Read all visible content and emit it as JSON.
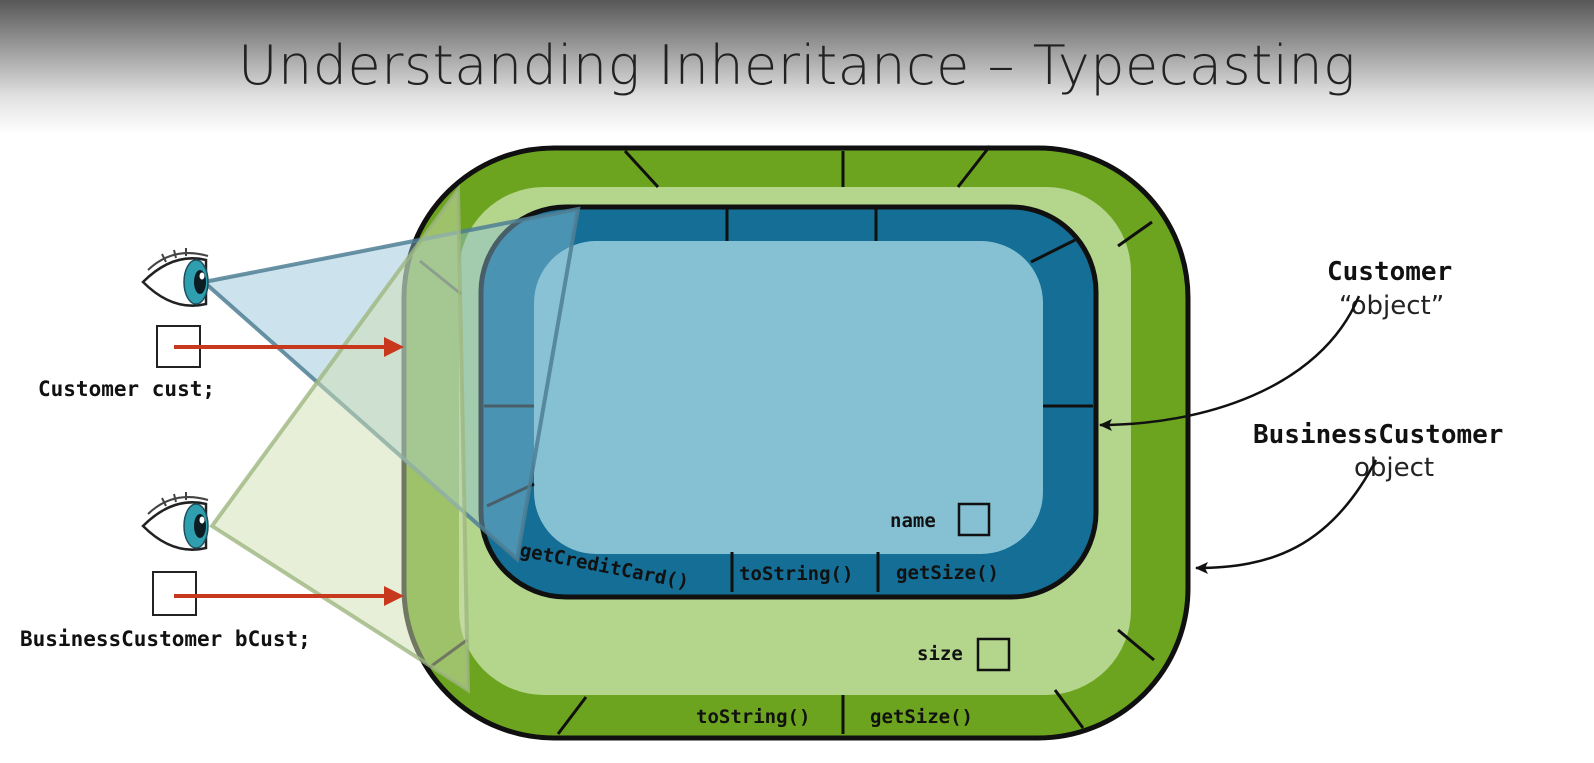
{
  "slide": {
    "title": "Understanding Inheritance – Typecasting"
  },
  "references": {
    "customer_ref": "Customer cust;",
    "business_ref": "BusinessCustomer bCust;"
  },
  "labels": {
    "customer_name": "Customer",
    "customer_suffix": "“object”",
    "business_name": "BusinessCustomer",
    "business_suffix": "object"
  },
  "inner_object": {
    "field": "name",
    "methods": [
      "getCreditCard()",
      "toString()",
      "getSize()"
    ]
  },
  "outer_object": {
    "field": "size",
    "methods": [
      "toString()",
      "getSize()"
    ]
  },
  "colors": {
    "outer_dark_green": "#6ca41f",
    "outer_light_green": "#b4d58c",
    "inner_dark_blue": "#146e95",
    "inner_light_blue": "#86c1d3",
    "arrow_red": "#c8381d",
    "view_cone_blue": "#8fc1d7",
    "view_cone_green": "#cfdfb3"
  }
}
